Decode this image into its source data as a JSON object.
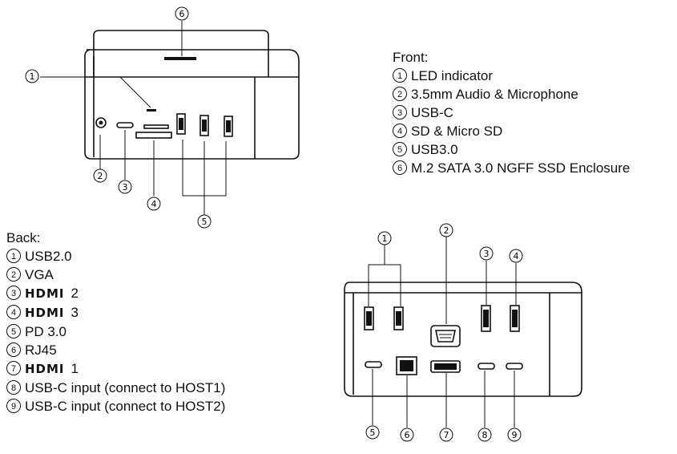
{
  "front": {
    "heading": "Front:",
    "items": [
      {
        "num": "1",
        "label": "LED indicator"
      },
      {
        "num": "2",
        "label": "3.5mm Audio & Microphone"
      },
      {
        "num": "3",
        "label": "USB-C"
      },
      {
        "num": "4",
        "label": "SD & Micro SD"
      },
      {
        "num": "5",
        "label": "USB3.0"
      },
      {
        "num": "6",
        "label": "M.2 SATA 3.0 NGFF SSD Enclosure"
      }
    ]
  },
  "back": {
    "heading": "Back:",
    "items": [
      {
        "num": "1",
        "label": "USB2.0"
      },
      {
        "num": "2",
        "label": "VGA"
      },
      {
        "num": "3",
        "logo": "HDMI",
        "label": "2"
      },
      {
        "num": "4",
        "logo": "HDMI",
        "label": "3"
      },
      {
        "num": "5",
        "label": "PD 3.0"
      },
      {
        "num": "6",
        "label": "RJ45"
      },
      {
        "num": "7",
        "logo": "HDMI",
        "label": "1"
      },
      {
        "num": "8",
        "label": "USB-C input (connect to HOST1)"
      },
      {
        "num": "9",
        "label": "USB-C input (connect to HOST2)"
      }
    ]
  },
  "callouts": {
    "front": [
      "1",
      "2",
      "3",
      "4",
      "5",
      "6"
    ],
    "back": [
      "1",
      "2",
      "3",
      "4",
      "5",
      "6",
      "7",
      "8",
      "9"
    ]
  }
}
